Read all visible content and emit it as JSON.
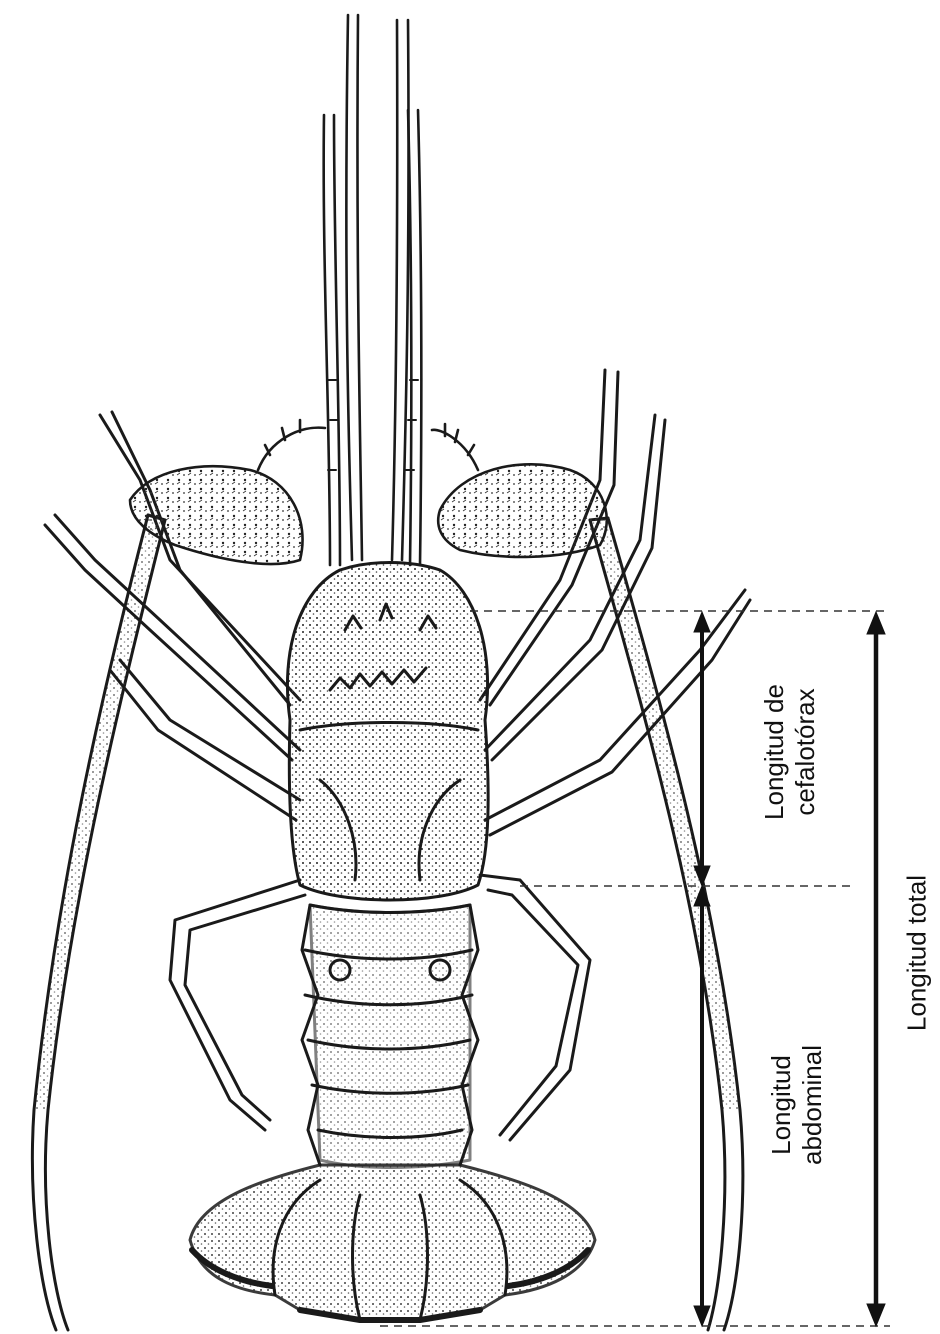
{
  "labels": {
    "cephalothorax": {
      "line1": "Longitud de",
      "line2": "cefalotórax"
    },
    "abdominal": {
      "line1": "Longitud",
      "line2": "abdominal"
    },
    "total": "Longitud total"
  },
  "colors": {
    "ink": "#1a1a1a",
    "dashes": "#333333",
    "paper": "#ffffff"
  },
  "icons": {
    "illustration": "spiny-lobster-dorsal-view"
  }
}
